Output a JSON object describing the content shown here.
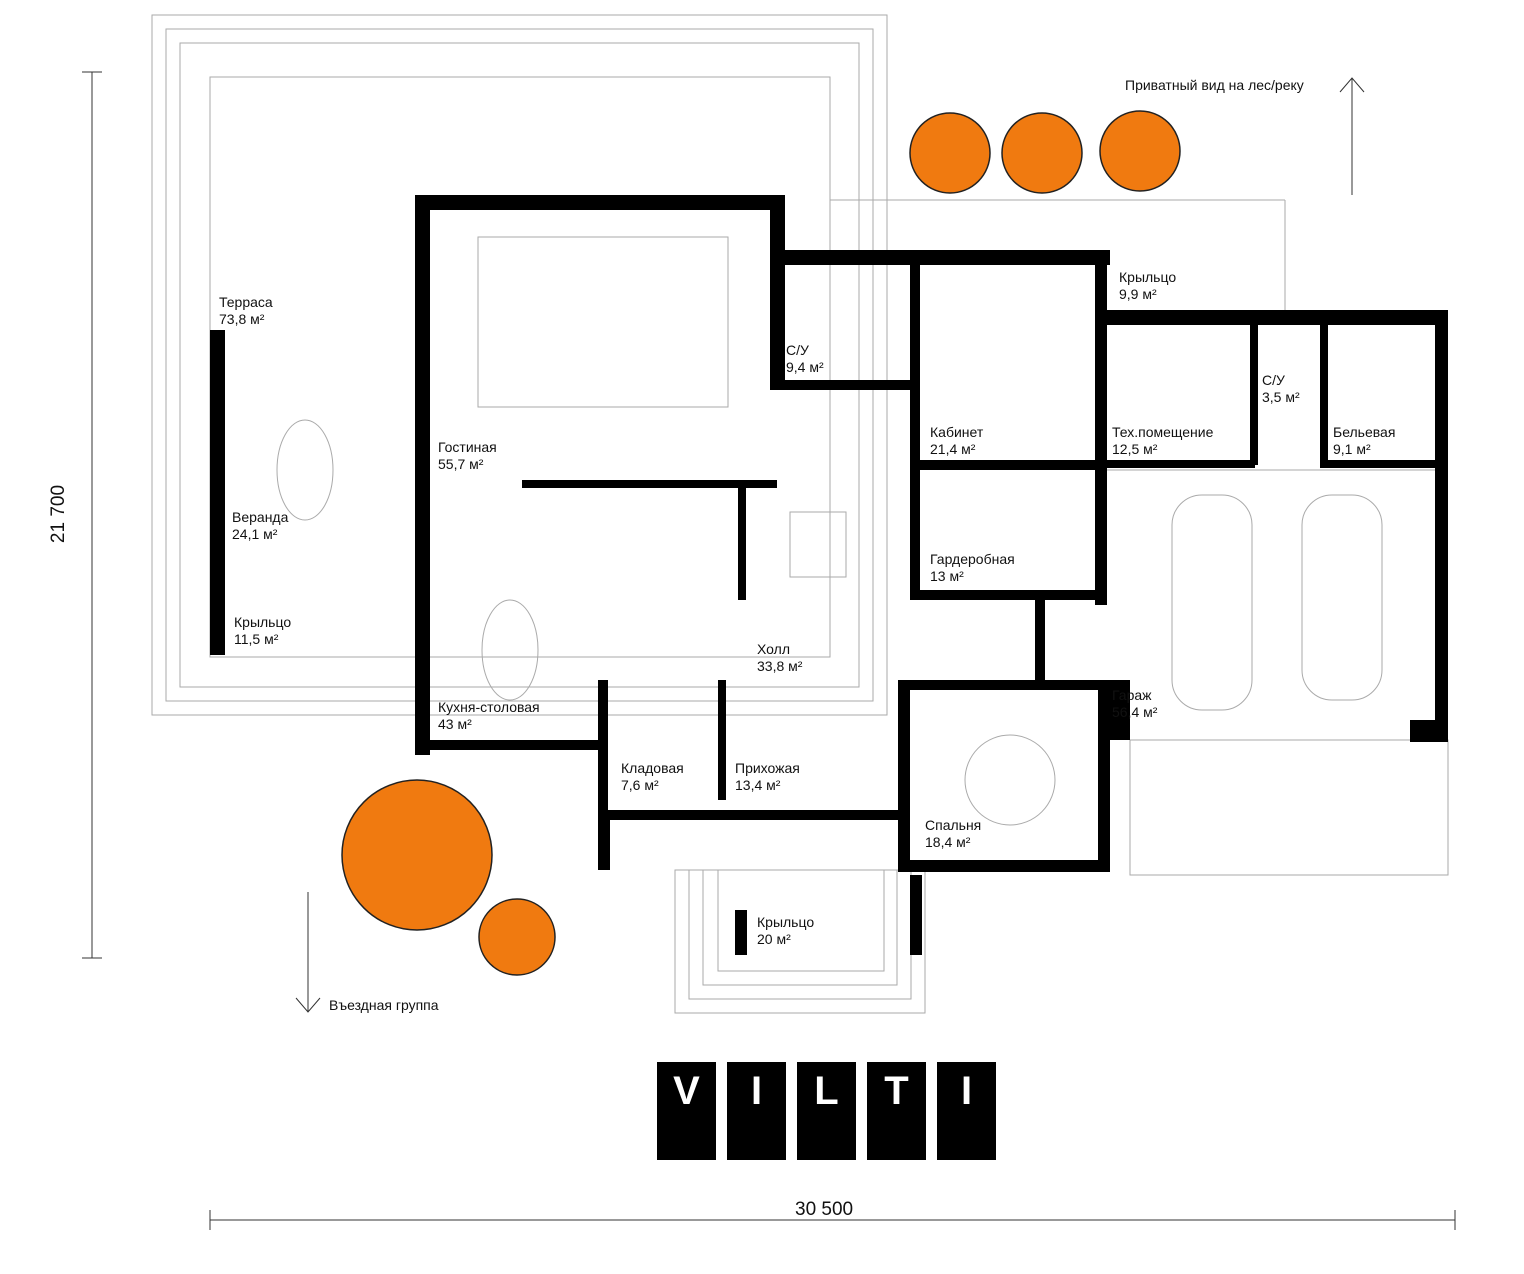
{
  "rooms": [
    {
      "name": "Терраса",
      "area": "73,8 м²"
    },
    {
      "name": "Веранда",
      "area": "24,1 м²"
    },
    {
      "name": "Крыльцо",
      "area": "11,5 м²"
    },
    {
      "name": "Гостиная",
      "area": "55,7 м²"
    },
    {
      "name": "Кухня-столовая",
      "area": "43 м²"
    },
    {
      "name": "С/У",
      "area": "9,4 м²"
    },
    {
      "name": "Кабинет",
      "area": "21,4 м²"
    },
    {
      "name": "Крыльцо",
      "area": "9,9 м²"
    },
    {
      "name": "Тех.помещение",
      "area": "12,5 м²"
    },
    {
      "name": "С/У",
      "area": "3,5 м²"
    },
    {
      "name": "Бельевая",
      "area": "9,1 м²"
    },
    {
      "name": "Гардеробная",
      "area": "13 м²"
    },
    {
      "name": "Холл",
      "area": "33,8 м²"
    },
    {
      "name": "Гараж",
      "area": "56,4 м²"
    },
    {
      "name": "Кладовая",
      "area": "7,6 м²"
    },
    {
      "name": "Прихожая",
      "area": "13,4 м²"
    },
    {
      "name": "Спальня",
      "area": "18,4 м²"
    },
    {
      "name": "Крыльцо",
      "area": "20 м²"
    }
  ],
  "notes": {
    "view": "Приватный вид на лес/реку",
    "entry": "Въездная группа"
  },
  "dimensions": {
    "height": "21 700",
    "width": "30 500"
  },
  "logo": [
    "V",
    "I",
    "L",
    "T",
    "I"
  ],
  "colors": {
    "tree": "#f07a10",
    "wall": "#000000",
    "line": "#9a9a9a"
  }
}
